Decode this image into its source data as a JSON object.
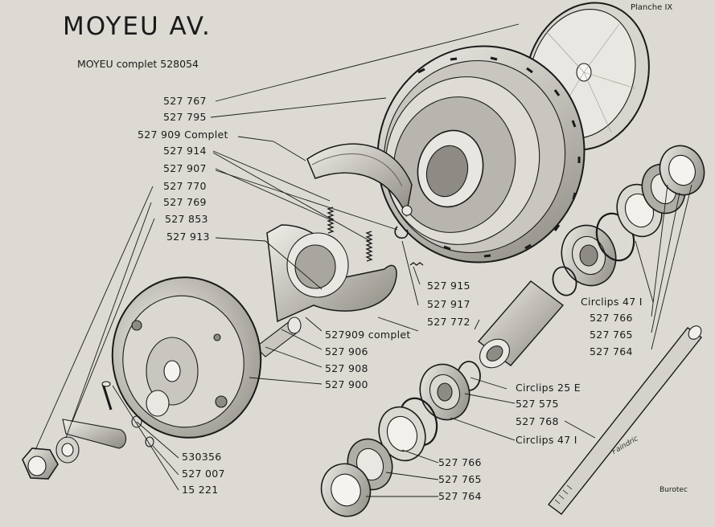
{
  "title": "MOYEU  AV.",
  "subtitle": "MOYEU complet 528054",
  "plate": "Planche  IX",
  "brand": "Burotec",
  "signature": "Faindric",
  "colors": {
    "paper": "#dcdad3",
    "ink": "#1a1a1a",
    "metal": "#e6e4de",
    "shade": "#8a8780"
  },
  "labels": {
    "l01": "527 767",
    "l02": "527 795",
    "l03": "527 909  Complet",
    "l04": "527 914",
    "l05": "527 907",
    "l06": "527 770",
    "l07": "527 769",
    "l08": "527 853",
    "l09": "527 913",
    "l10": "527 915",
    "l11": "527 917",
    "l12": "527 772",
    "l13": "527909 complet",
    "l14": "527 906",
    "l15": "527 908",
    "l16": "527 900",
    "l17": "Circlips 47 I",
    "l18": "527 766",
    "l19": "527 765",
    "l20": "527 764",
    "l21": "Circlips 25 E",
    "l22": "527 575",
    "l23": "527 768",
    "l24": "Circlips 47 I",
    "l25": "527 766",
    "l26": "527 765",
    "l27": "527 764",
    "l28": "530356",
    "l29": "527 007",
    "l30": "15 221"
  }
}
